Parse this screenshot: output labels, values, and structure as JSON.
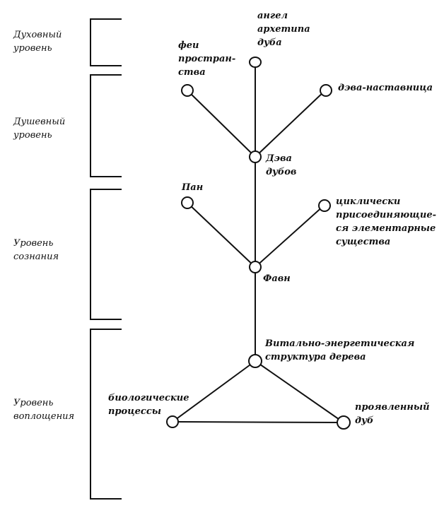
{
  "levels": {
    "spiritual": "Духовный\nуровень",
    "soul": "Душевный\nуровень",
    "consciousness": "Уровень\nсознания",
    "incarnation": "Уровень\nвоплощения"
  },
  "nodes": {
    "archetype_angel": "ангел\nархетипа\nдуба",
    "space_fairies": "феи\nпростран-\nства",
    "deva_mentor": "дэва-наставница",
    "oak_deva": "Дэва\nдубов",
    "pan": "Пан",
    "cyclic_elementals": "циклически\nприсоединяющие-\nся элементарные\nсущества",
    "faun": "Фавн",
    "vital_energy_structure": "Витально-энергетическая\nструктура дерева",
    "biological_processes": "биологические\nпроцессы",
    "manifested_oak": "проявленный\nдуб"
  }
}
